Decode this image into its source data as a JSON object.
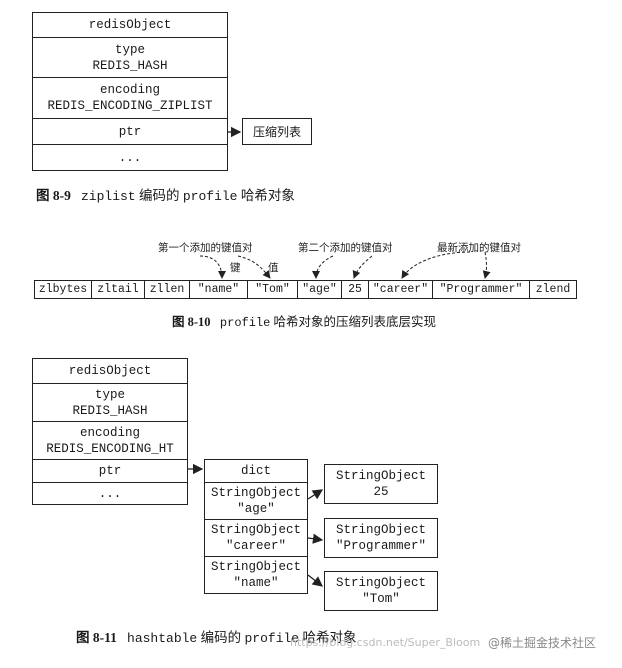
{
  "fig9": {
    "rows": [
      "redisObject",
      "type",
      "REDIS_HASH",
      "encoding",
      "REDIS_ENCODING_ZIPLIST",
      "ptr",
      "..."
    ],
    "target": "压缩列表",
    "caption_num": "图 8-9",
    "caption_mono": "ziplist",
    "caption_mid": " 编码的 ",
    "caption_mono2": "profile",
    "caption_end": " 哈希对象"
  },
  "fig10": {
    "cells": [
      "zlbytes",
      "zltail",
      "zllen",
      "\"name\"",
      "\"Tom\"",
      "\"age\"",
      "25",
      "\"career\"",
      "\"Programmer\"",
      "zlend"
    ],
    "label_first": "第一个添加的键值对",
    "label_second": "第二个添加的键值对",
    "label_latest": "最新添加的键值对",
    "label_key": "键",
    "label_value": "值",
    "caption_num": "图 8-10",
    "caption_mono": "profile",
    "caption_end": " 哈希对象的压缩列表底层实现"
  },
  "fig11": {
    "rows": [
      "redisObject",
      "type",
      "REDIS_HASH",
      "encoding",
      "REDIS_ENCODING_HT",
      "ptr",
      "..."
    ],
    "dict": [
      "dict",
      "StringObject",
      "\"age\"",
      "StringObject",
      "\"career\"",
      "StringObject",
      "\"name\""
    ],
    "values": [
      "StringObject",
      "25",
      "StringObject",
      "\"Programmer\"",
      "StringObject",
      "\"Tom\""
    ],
    "caption_num": "图 8-11",
    "caption_mono": "hashtable",
    "caption_mid": " 编码的 ",
    "caption_mono2": "profile",
    "caption_end": " 哈希对象"
  },
  "watermark": "https://blog.csdn.net/Super_Bloom",
  "site_logo": "@稀土掘金技术社区"
}
